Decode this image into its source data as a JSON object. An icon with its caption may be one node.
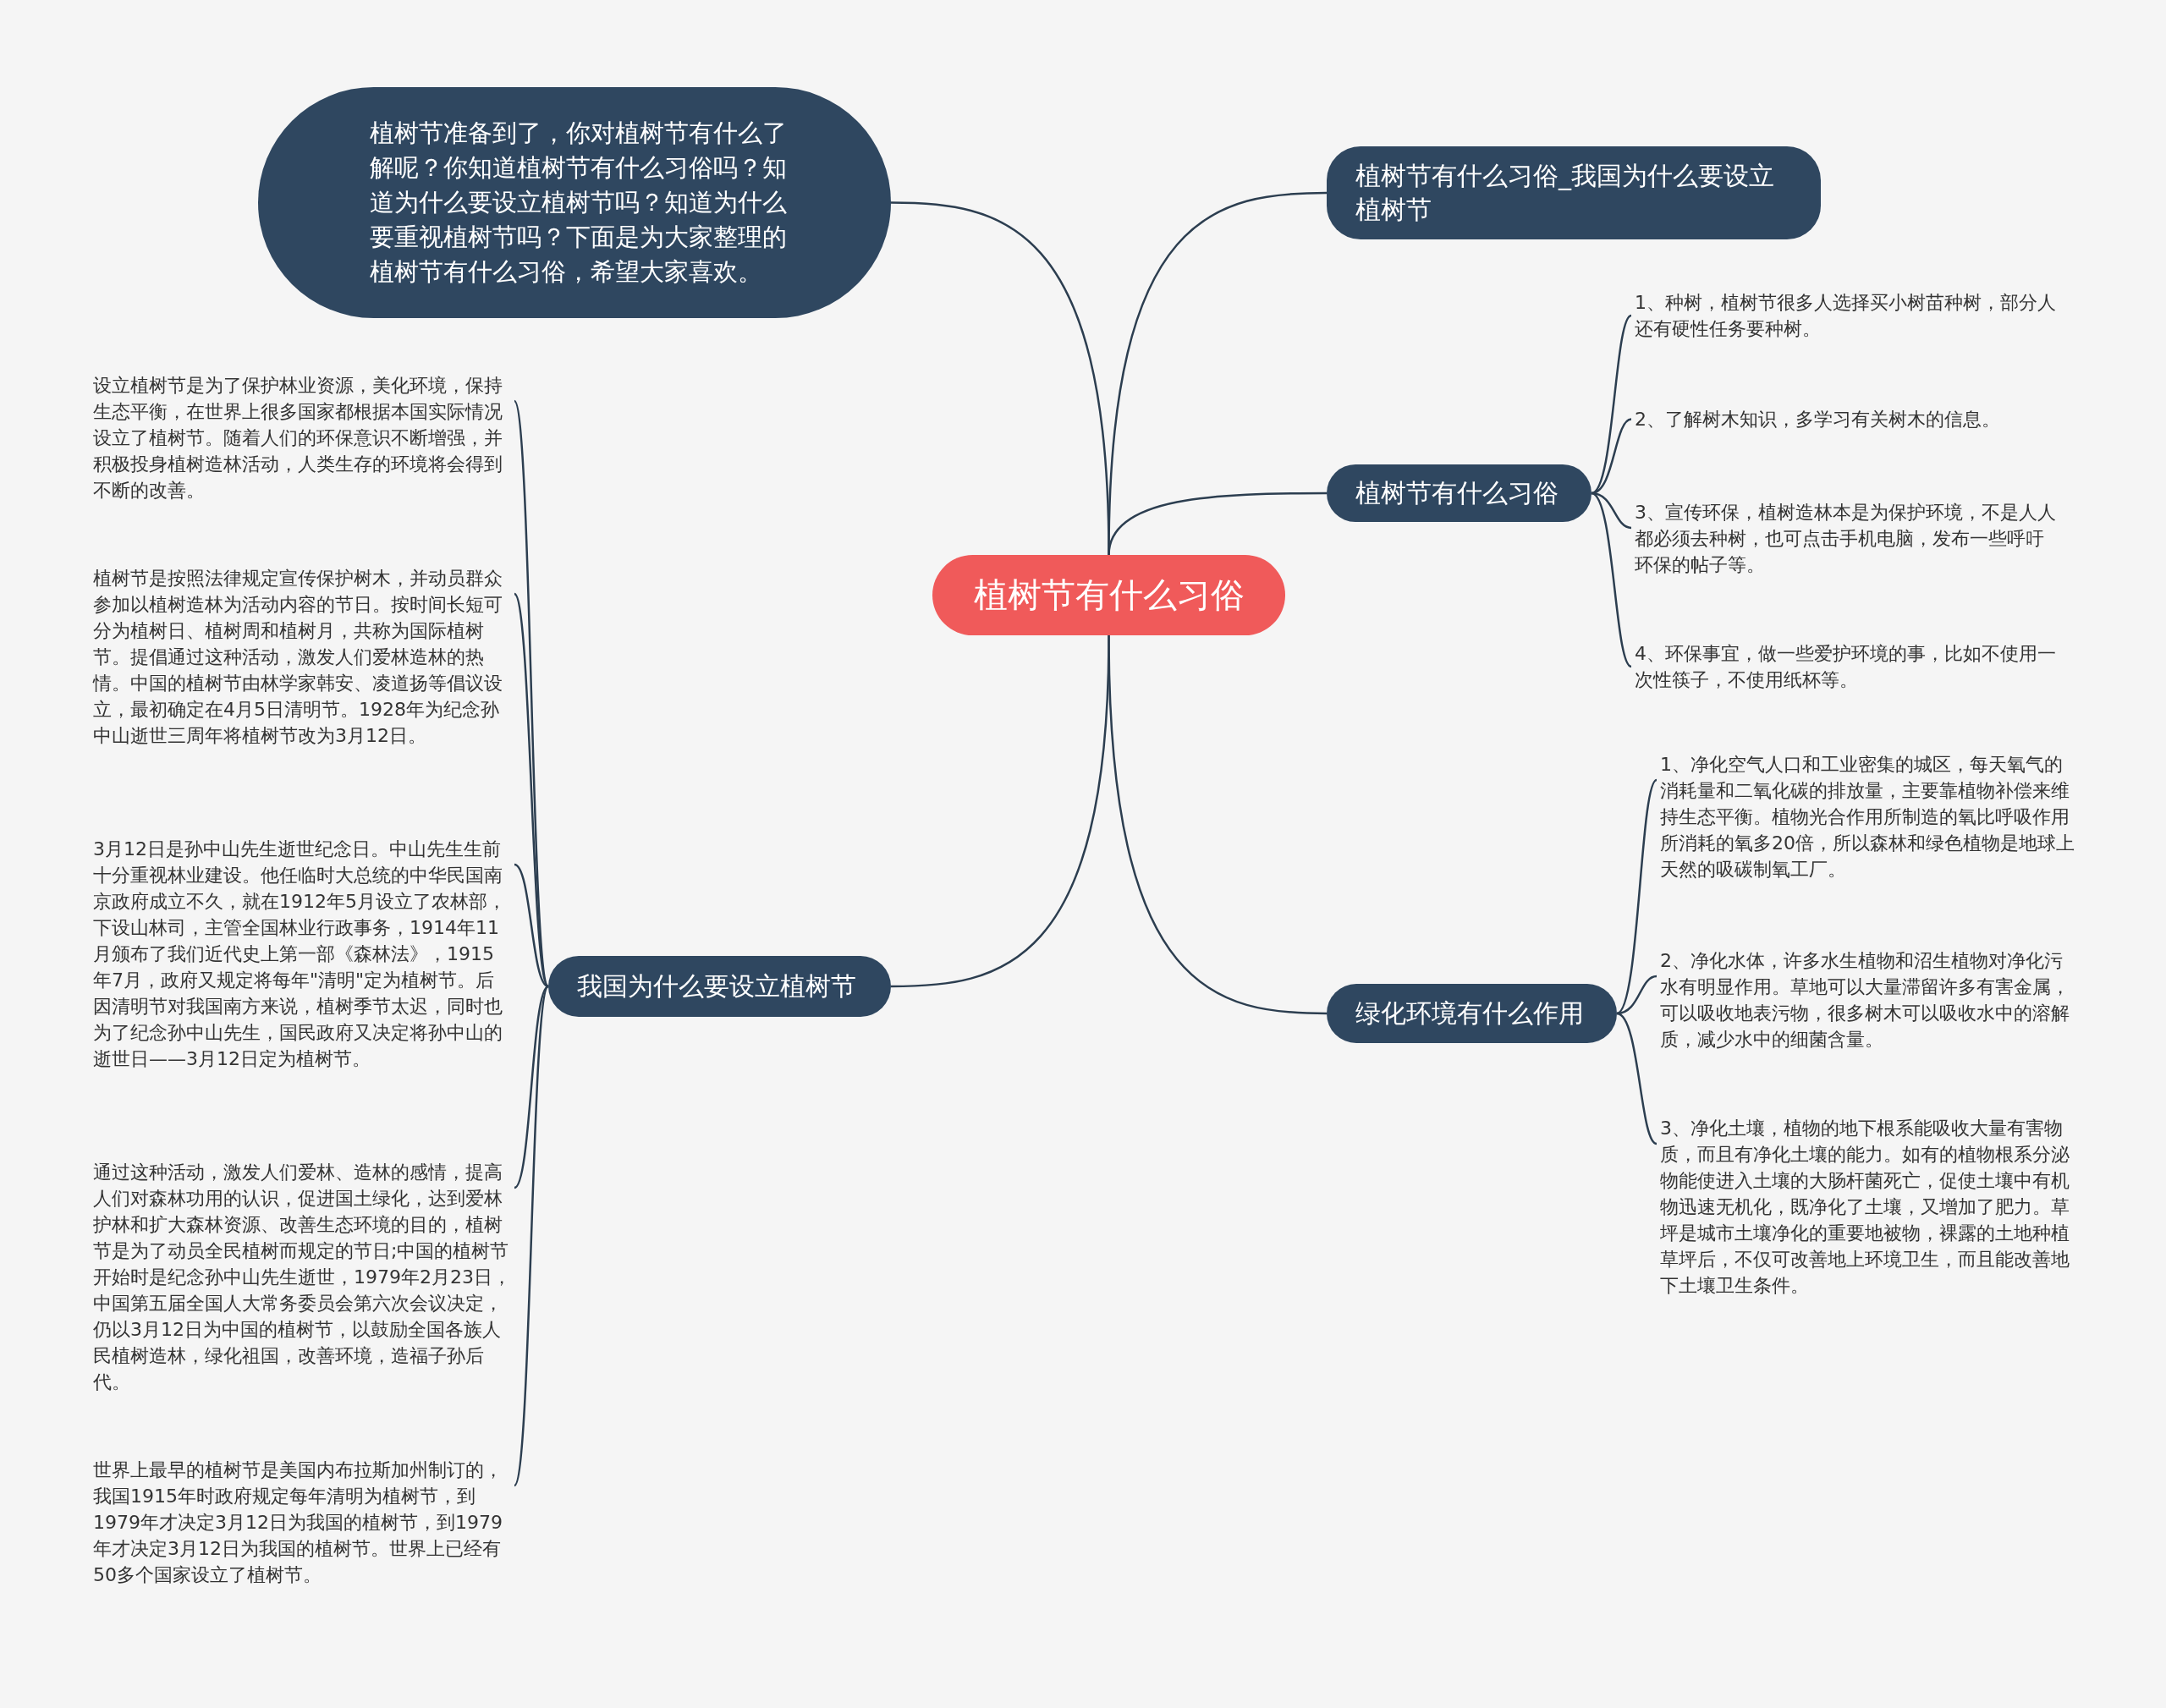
{
  "diagram": {
    "nodes": [
      {
        "text": [
          "植树节有什么习俗"
        ]
      },
      {
        "text": [
          "植树节准备到了，你对植树节有什么了解呢？你知道植树节有什么习俗吗？知道为什么要设立植树节吗？知道为什么要重视植树节吗？下面是为大家整理的植树节有什么习俗，希望大家喜欢。"
        ]
      },
      {
        "text": [
          "植树节有什么习俗_我国为什么要设立植树节"
        ]
      },
      {
        "text": [
          "植树节有什么习俗"
        ]
      },
      {
        "text": [
          "1、种树，植树节很多人选择买小树苗种树，部分人还有硬性任务要种树。"
        ]
      },
      {
        "text": [
          "2、了解树木知识，多学习有关树木的信息。"
        ]
      },
      {
        "text": [
          "3、宣传环保，植树造林本是为保护环境，不是人人都必须去种树，也可点击手机电脑，发布一些呼吁环保的帖子等。"
        ]
      },
      {
        "text": [
          "4、环保事宜，做一些爱护环境的事，比如不使用一次性筷子，不使用纸杯等。"
        ]
      },
      {
        "text": [
          "我国为什么要设立植树节"
        ]
      },
      {
        "text": [
          "设立植树节是为了保护林业资源，美化环境，保持生态平衡，在世界上很多国家都根据本国实际情况设立了植树节。随着人们的环保意识不断增强，并积极投身植树造林活动，人类生存的环境将会得到不断的改善。"
        ]
      },
      {
        "text": [
          "植树节是按照法律规定宣传保护树木，并动员群众参加以植树造林为活动内容的节日。按时间长短可分为植树日、植树周和植树月，共称为国际植树节。提倡通过这种活动，激发人们爱林造林的热情。中国的植树节由林学家韩安、凌道扬等倡议设立，最初确定在4月5日清明节。1928年为纪念孙中山逝世三周年将植树节改为3月12日。"
        ]
      },
      {
        "text": [
          "3月12日是孙中山先生逝世纪念日。中山先生生前十分重视林业建设。他任临时大总统的中华民国南京政府成立不久，就在1912年5月设立了农林部，下设山林司，主管全国林业行政事务，1914年11月颁布了我们近代史上第一部《森林法》，1915年7月，政府又规定将每年\"清明\"定为植树节。后因清明节对我国南方来说，植树季节太迟，同时也为了纪念孙中山先生，国民政府又决定将孙中山的逝世日——3月12日定为植树节。"
        ]
      },
      {
        "text": [
          "通过这种活动，激发人们爱林、造林的感情，提高人们对森林功用的认识，促进国土绿化，达到爱林护林和扩大森林资源、改善生态环境的目的，植树节是为了动员全民植树而规定的节日;中国的植树节开始时是纪念孙中山先生逝世，1979年2月23日，中国第五届全国人大常务委员会第六次会议决定，仍以3月12日为中国的植树节，以鼓励全国各族人民植树造林，绿化祖国，改善环境，造福子孙后代。"
        ]
      },
      {
        "text": [
          "世界上最早的植树节是美国内布拉斯加州制订的，我国1915年时政府规定每年清明为植树节，到1979年才决定3月12日为我国的植树节，到1979年才决定3月12日为我国的植树节。世界上已经有50多个国家设立了植树节。"
        ]
      },
      {
        "text": [
          "绿化环境有什么作用"
        ]
      },
      {
        "text": [
          "1、净化空气人口和工业密集的城区，每天氧气的消耗量和二氧化碳的排放量，主要靠植物补偿来维持生态平衡。植物光合作用所制造的氧比呼吸作用所消耗的氧多20倍，所以森林和绿色植物是地球上天然的吸碳制氧工厂。"
        ]
      },
      {
        "text": [
          "2、净化水体，许多水生植物和沼生植物对净化污水有明显作用。草地可以大量滞留许多有害金属，可以吸收地表污物，很多树木可以吸收水中的溶解质，减少水中的细菌含量。"
        ]
      },
      {
        "text": [
          "3、净化土壤，植物的地下根系能吸收大量有害物质，而且有净化土壤的能力。如有的植物根系分泌物能使进入土壤的大肠杆菌死亡，促使土壤中有机物迅速无机化，既净化了土壤，又增加了肥力。草坪是城市土壤净化的重要地被物，裸露的土地种植草坪后，不仅可改善地上环境卫生，而且能改善地下土壤卫生条件。"
        ]
      }
    ],
    "edges": [
      {
        "from": 0,
        "to": 1,
        "arrow": "none"
      },
      {
        "from": 0,
        "to": 2,
        "arrow": "none"
      },
      {
        "from": 0,
        "to": 3,
        "arrow": "none"
      },
      {
        "from": 3,
        "to": 4,
        "arrow": "none"
      },
      {
        "from": 3,
        "to": 5,
        "arrow": "none"
      },
      {
        "from": 3,
        "to": 6,
        "arrow": "none"
      },
      {
        "from": 3,
        "to": 7,
        "arrow": "none"
      },
      {
        "from": 0,
        "to": 8,
        "arrow": "none"
      },
      {
        "from": 8,
        "to": 9,
        "arrow": "none"
      },
      {
        "from": 8,
        "to": 10,
        "arrow": "none"
      },
      {
        "from": 8,
        "to": 11,
        "arrow": "none"
      },
      {
        "from": 8,
        "to": 12,
        "arrow": "none"
      },
      {
        "from": 8,
        "to": 13,
        "arrow": "none"
      },
      {
        "from": 0,
        "to": 14,
        "arrow": "none"
      },
      {
        "from": 14,
        "to": 15,
        "arrow": "none"
      },
      {
        "from": 14,
        "to": 16,
        "arrow": "none"
      },
      {
        "from": 14,
        "to": 17,
        "arrow": "none"
      }
    ]
  }
}
